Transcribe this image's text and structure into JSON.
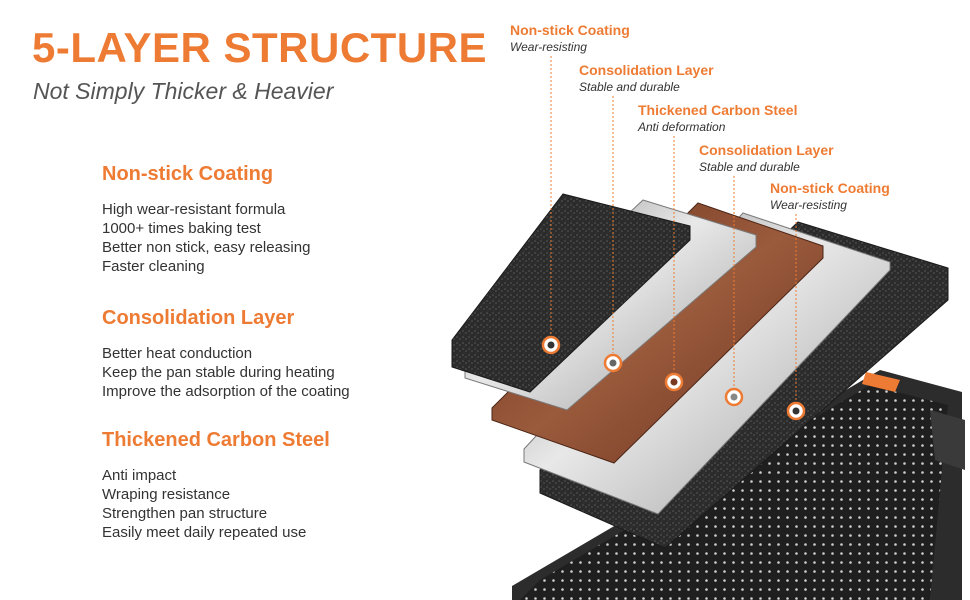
{
  "header": {
    "title": "5-LAYER STRUCTURE",
    "subtitle": "Not Simply Thicker & Heavier"
  },
  "sections": [
    {
      "heading": "Non-stick Coating",
      "items": [
        "High wear-resistant formula",
        "1000+ times baking test",
        "Better non stick, easy releasing",
        "Faster cleaning"
      ]
    },
    {
      "heading": "Consolidation Layer",
      "items": [
        "Better heat conduction",
        "Keep the pan stable during heating",
        "Improve the adsorption of the coating"
      ]
    },
    {
      "heading": "Thickened Carbon Steel",
      "items": [
        "Anti impact",
        "Wraping resistance",
        "Strengthen pan structure",
        "Easily meet daily repeated use"
      ]
    }
  ],
  "layers": [
    {
      "name": "Non-stick Coating",
      "desc": "Wear-resisting"
    },
    {
      "name": "Consolidation Layer",
      "desc": "Stable and durable"
    },
    {
      "name": "Thickened Carbon Steel",
      "desc": "Anti deformation"
    },
    {
      "name": "Consolidation Layer",
      "desc": "Stable and durable"
    },
    {
      "name": "Non-stick Coating",
      "desc": "Wear-resisting"
    }
  ],
  "colors": {
    "accent": "#ee7b33",
    "coating": "#2a2a2a",
    "steel": "#b5b5b5",
    "carbon_steel": "#8a4a2e"
  }
}
